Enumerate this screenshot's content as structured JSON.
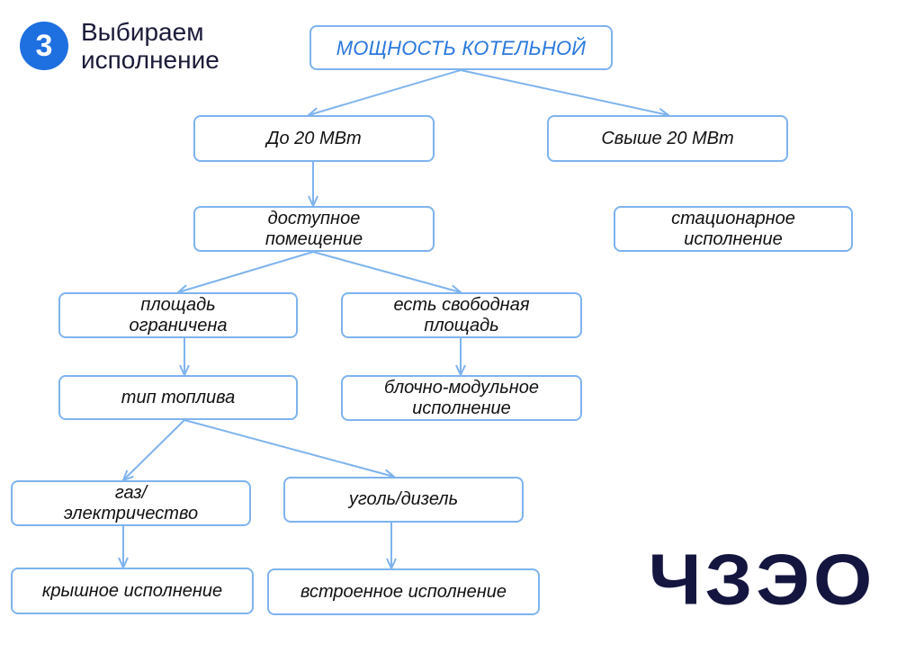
{
  "header": {
    "step_number": "3",
    "title": "Выбираем\nисполнение"
  },
  "nodes": {
    "root": "МОЩНОСТЬ КОТЕЛЬНОЙ",
    "upto20": "До 20 МВт",
    "over20": "Свыше 20 МВт",
    "room": "доступное\nпомещение",
    "stationary": "стационарное\nисполнение",
    "limited": "площадь\nограничена",
    "free": "есть свободная\nплощадь",
    "fuel": "тип топлива",
    "block": "блочно-модульное\nисполнение",
    "gas": "газ/\nэлектричество",
    "coal": "уголь/дизель",
    "roof": "крышное исполнение",
    "builtin": "встроенное исполнение"
  },
  "logo": {
    "text": "ЧЗЭО"
  },
  "colors": {
    "accent": "#1e6fe0",
    "border": "#7eb3ee",
    "root_text": "#2a78dd",
    "logo": "#15163f"
  }
}
